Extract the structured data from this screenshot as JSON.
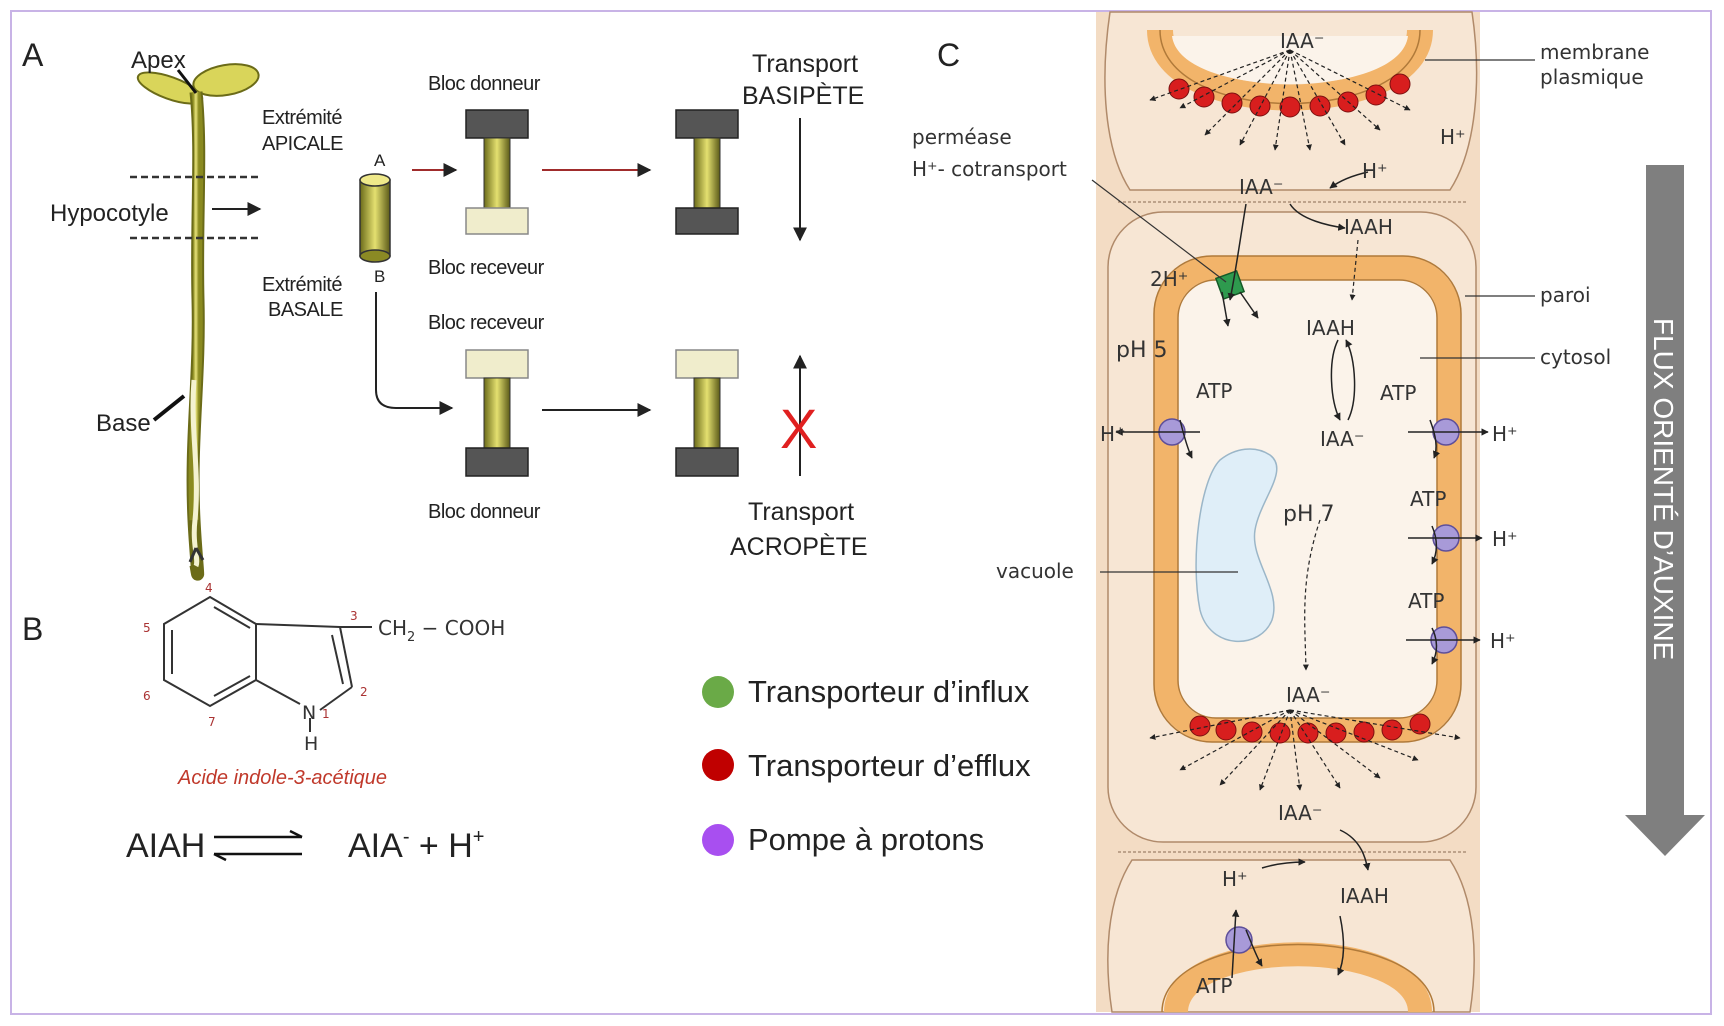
{
  "panels": {
    "a": "A",
    "b": "B",
    "c": "C"
  },
  "panel_a": {
    "apex": "Apex",
    "hypocotyle": "Hypocotyle",
    "base": "Base",
    "extremite_apicale": [
      "Extrémité",
      "APICALE"
    ],
    "extremite_basale": [
      "Extrémité",
      "BASALE"
    ],
    "seg_a": "A",
    "seg_b": "B",
    "bloc_donneur": "Bloc donneur",
    "bloc_receveur": "Bloc receveur",
    "transport_basipete": [
      "Transport",
      "BASIPÈTE"
    ],
    "transport_acropete": [
      "Transport",
      "ACROPÈTE"
    ],
    "cross_mark": "X"
  },
  "panel_b": {
    "atoms": [
      "4",
      "5",
      "6",
      "7",
      "3",
      "2",
      "1"
    ],
    "n_label": "N",
    "h_label": "H",
    "side_chain": "CH",
    "side_chain_sub": "2",
    "side_chain_rest": " − COOH",
    "molecule_name": "Acide indole-3-acétique",
    "eq_left": "AIAH",
    "eq_right_main": "AIA",
    "eq_right_sup": "-",
    "eq_plus_h": " + H",
    "eq_h_sup": "+"
  },
  "legend": [
    {
      "label": "Transporteur d’influx",
      "color": "#6aaa47"
    },
    {
      "label": "Transporteur d’efflux",
      "color": "#c00000"
    },
    {
      "label": "Pompe à protons",
      "color": "#a84ff0"
    }
  ],
  "panel_c": {
    "membrane_plasmique": [
      "membrane",
      "plasmique"
    ],
    "permease": [
      "perméase",
      "H⁺- cotransport"
    ],
    "paroi": "paroi",
    "cytosol": "cytosol",
    "vacuole": "vacuole",
    "ph5": "pH 5",
    "ph7": "pH 7",
    "iaa_minus": "IAA⁻",
    "iaah": "IAAH",
    "h_plus": "H⁺",
    "two_h_plus": "2H⁺",
    "atp": "ATP",
    "flux_label": "FLUX ORIENTÉ D’AUXINE"
  },
  "colors": {
    "cell_bg": "#f3dcc4",
    "membrane_band": "#f2b46a",
    "efflux": "#d81e1e",
    "pump": "#a89ad8",
    "influx": "#2e9a4e",
    "flux_arrow": "#7f7f7f",
    "border": "#c8b3e6"
  }
}
